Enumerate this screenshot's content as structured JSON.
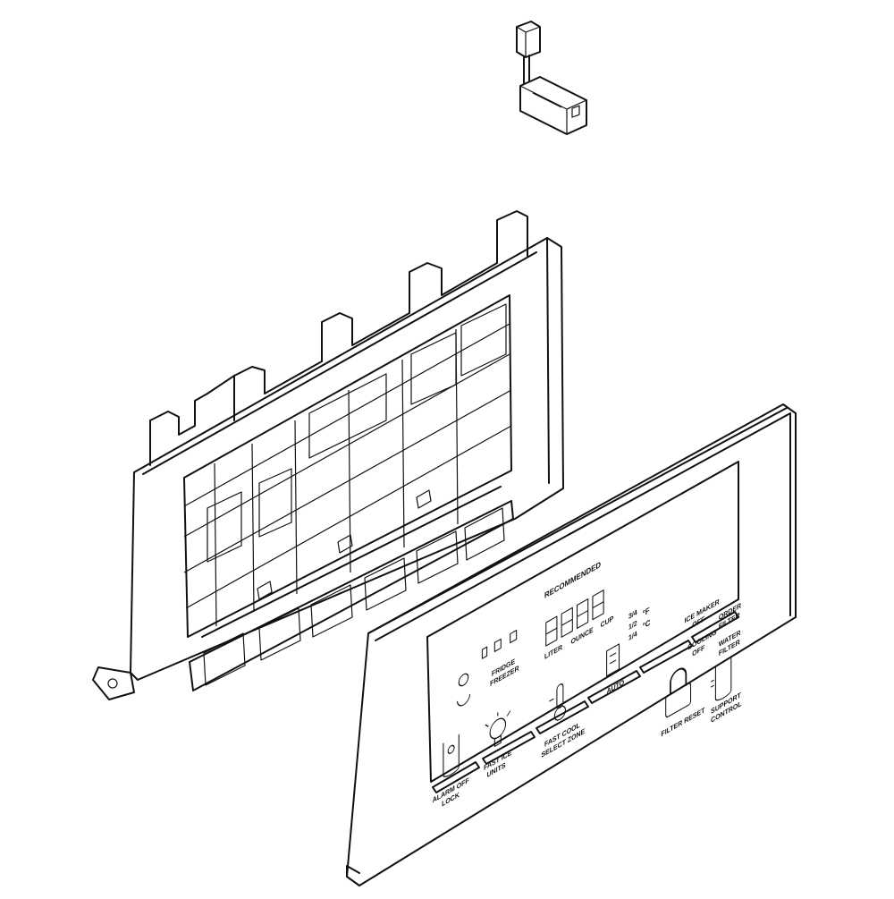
{
  "panel": {
    "labels": {
      "recommended": "RECOMMENDED",
      "liter": "LITER",
      "ounce": "OUNCE",
      "cup": "CUP",
      "frac_3_4": "3/4",
      "frac_1_2": "1/2",
      "frac_1_4": "1/4",
      "deg_f": "°F",
      "deg_c": "°C",
      "ice_maker_off_1": "ICE MAKER",
      "ice_maker_off_2": "OFF",
      "cooling_off_1": "COOLING",
      "cooling_off_2": "OFF",
      "order_filter_1": "ORDER",
      "order_filter_2": "FILTER",
      "water_filter_1": "WATER",
      "water_filter_2": "FILTER",
      "fridge": "FRIDGE",
      "freezer": "FREEZER",
      "fast_ice_1": "FAST ICE",
      "fast_ice_2": "UNITS",
      "fast_cool_1": "FAST COOL",
      "fast_cool_2": "SELECT ZONE",
      "auto": "AUTO",
      "filter_reset": "FILTER RESET",
      "support_1": "SUPPORT",
      "support_2": "CONTROL",
      "alarm_off_1": "ALARM OFF",
      "alarm_off_2": "LOCK"
    }
  },
  "icons": [
    "connector-plug-icon",
    "lock-icon",
    "bulb-icon",
    "thermometer-icon",
    "filter-cup-icon",
    "water-drop-icon"
  ]
}
